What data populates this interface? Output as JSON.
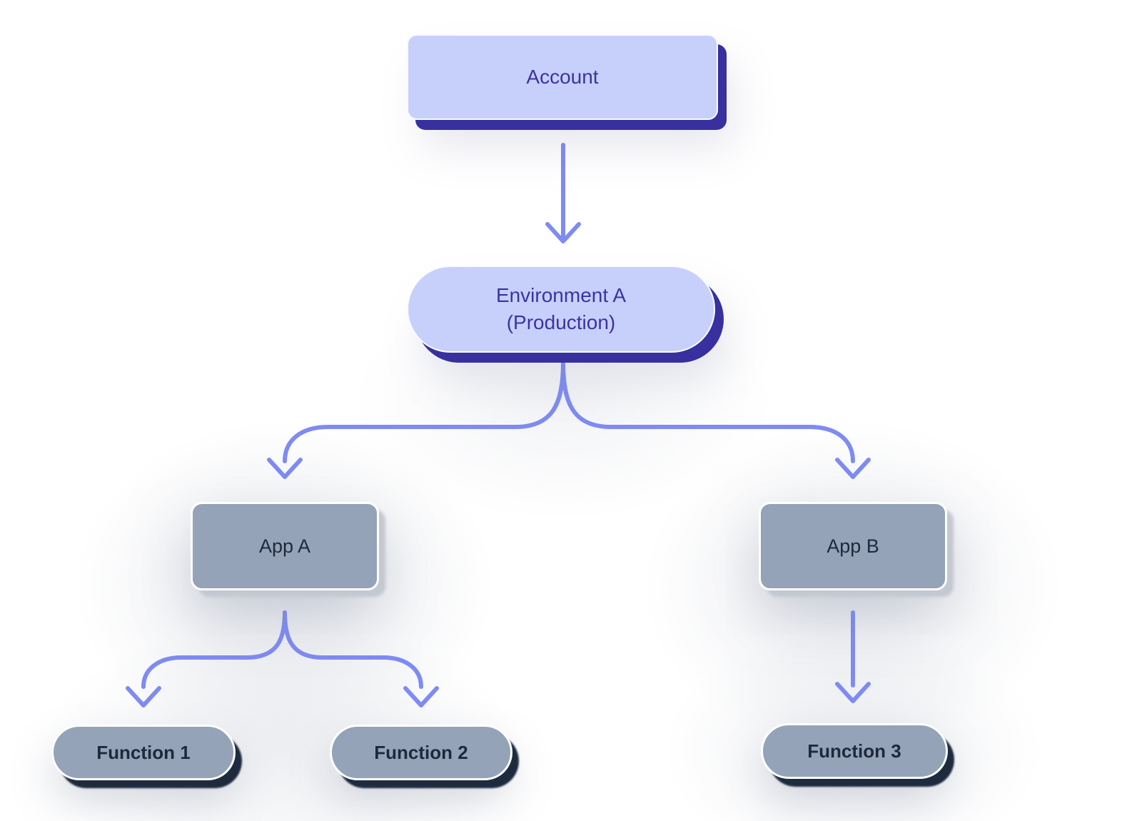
{
  "diagram": {
    "description": "Account hierarchy flowchart"
  },
  "colors": {
    "node_primary_fill": "#c7d0fb",
    "node_primary_border": "#fafbff",
    "node_primary_shadow": "#38309e",
    "node_primary_text": "#3b33a3",
    "node_secondary_fill": "#94a3b8",
    "node_secondary_border": "#ffffff",
    "node_secondary_shadow_light": "#c4c8d1",
    "node_secondary_shadow_dark": "#1e2b3e",
    "node_secondary_text": "#1e293b",
    "arrow": "#7e8bf2",
    "background": "#ffffff"
  },
  "nodes": [
    {
      "id": "account",
      "label": "Account",
      "sublabel": "",
      "style": "primary",
      "shape": "rounded-rect"
    },
    {
      "id": "environment-a",
      "label": "Environment A",
      "sublabel": "(Production)",
      "style": "primary",
      "shape": "pill"
    },
    {
      "id": "app-a",
      "label": "App A",
      "sublabel": "",
      "style": "secondary",
      "shape": "rounded-rect"
    },
    {
      "id": "app-b",
      "label": "App B",
      "sublabel": "",
      "style": "secondary",
      "shape": "rounded-rect"
    },
    {
      "id": "function-1",
      "label": "Function 1",
      "sublabel": "",
      "style": "secondary",
      "shape": "pill"
    },
    {
      "id": "function-2",
      "label": "Function 2",
      "sublabel": "",
      "style": "secondary",
      "shape": "pill"
    },
    {
      "id": "function-3",
      "label": "Function 3",
      "sublabel": "",
      "style": "secondary",
      "shape": "pill"
    }
  ],
  "edges": [
    {
      "from": "account",
      "to": "environment-a"
    },
    {
      "from": "environment-a",
      "to": "app-a"
    },
    {
      "from": "environment-a",
      "to": "app-b"
    },
    {
      "from": "app-a",
      "to": "function-1"
    },
    {
      "from": "app-a",
      "to": "function-2"
    },
    {
      "from": "app-b",
      "to": "function-3"
    }
  ]
}
